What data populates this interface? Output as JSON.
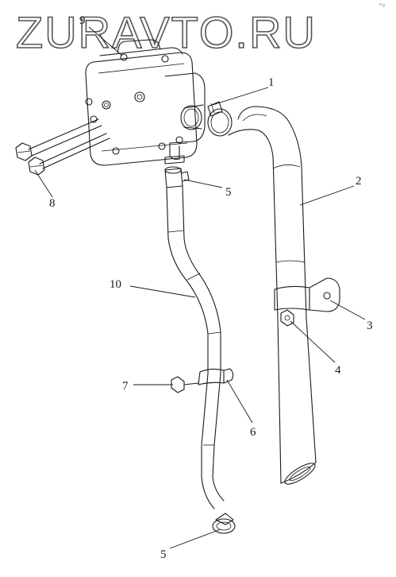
{
  "watermark": "ZURAVTO.RU",
  "corner_mark": "Fig",
  "callouts": [
    {
      "id": "c1",
      "text": "1"
    },
    {
      "id": "c2",
      "text": "2"
    },
    {
      "id": "c3",
      "text": "3"
    },
    {
      "id": "c4",
      "text": "4"
    },
    {
      "id": "c5a",
      "text": "5"
    },
    {
      "id": "c5b",
      "text": "5"
    },
    {
      "id": "c6",
      "text": "6"
    },
    {
      "id": "c7",
      "text": "7"
    },
    {
      "id": "c8",
      "text": "8"
    },
    {
      "id": "c9",
      "text": "9"
    },
    {
      "id": "c10",
      "text": "10"
    }
  ],
  "colors": {
    "line": "#1a1a1a",
    "watermark_outline": "#555555",
    "background": "#ffffff"
  }
}
